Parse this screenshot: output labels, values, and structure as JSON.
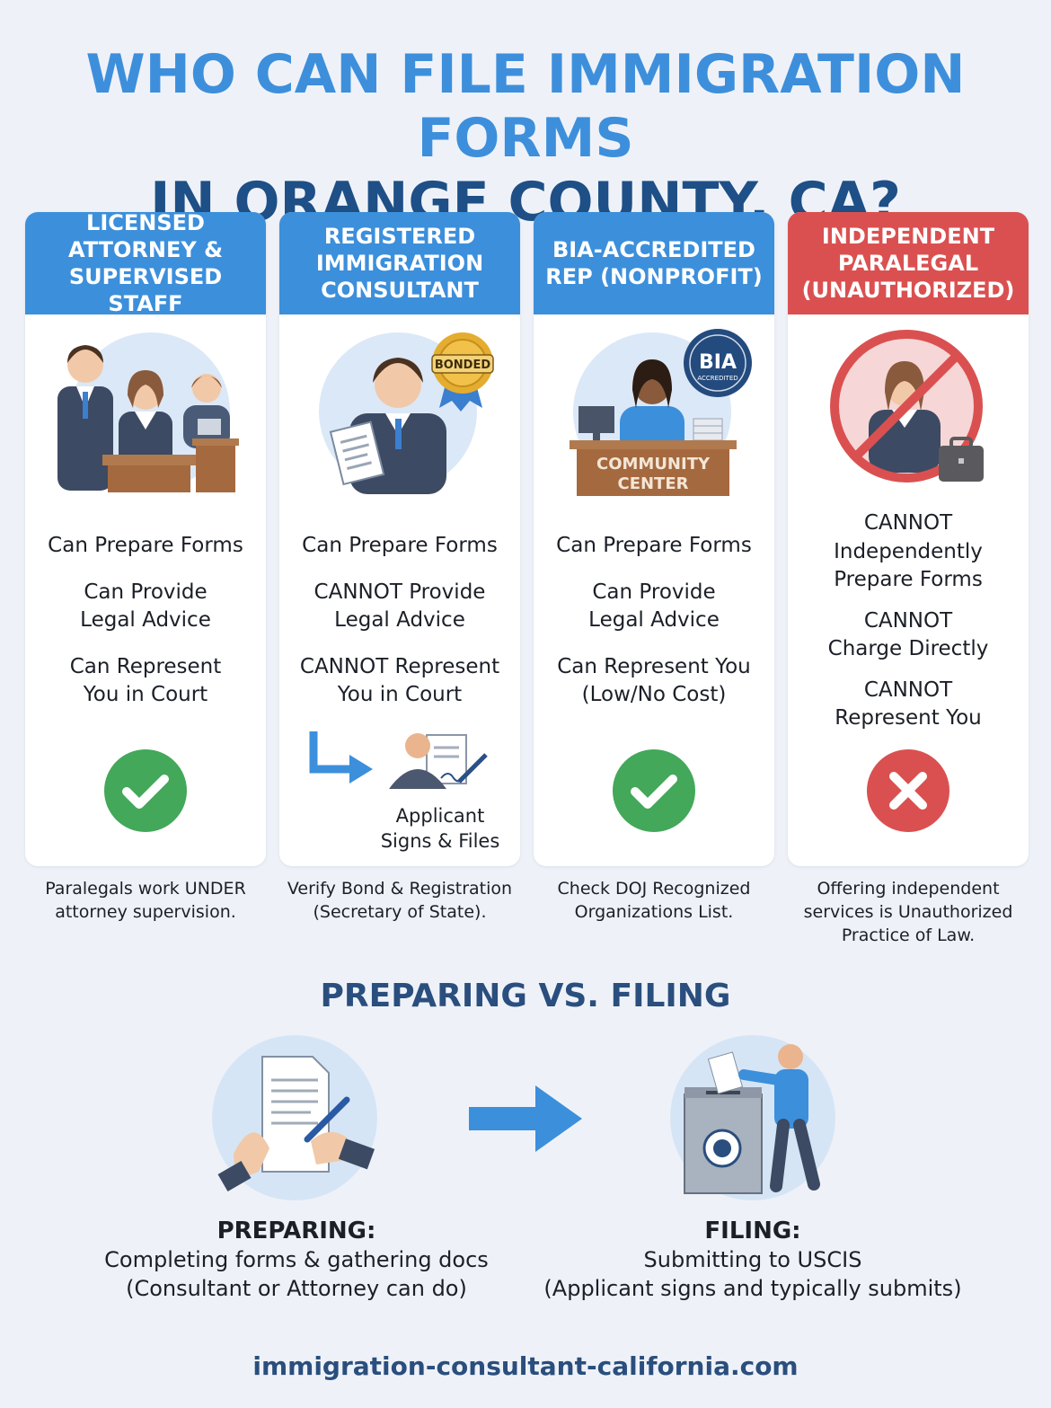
{
  "title": {
    "line1": "WHO CAN FILE IMMIGRATION FORMS",
    "line2": "IN ORANGE COUNTY, CA?"
  },
  "cards": [
    {
      "header": [
        "LICENSED",
        "ATTORNEY &",
        "SUPERVISED STAFF"
      ],
      "lines": [
        [
          "Can Prepare Forms"
        ],
        [
          "Can Provide",
          "Legal Advice"
        ],
        [
          "Can Represent",
          "You in Court"
        ]
      ],
      "status": "check-icon",
      "note": [
        "Paralegals work UNDER",
        "attorney supervision."
      ]
    },
    {
      "header": [
        "REGISTERED",
        "IMMIGRATION",
        "CONSULTANT"
      ],
      "badge": "BONDED",
      "lines": [
        [
          "Can Prepare Forms"
        ],
        [
          "CANNOT Provide",
          "Legal Advice"
        ],
        [
          "CANNOT Represent",
          "You in Court"
        ]
      ],
      "status_text": [
        "Applicant",
        "Signs & Files"
      ],
      "note": [
        "Verify Bond & Registration",
        "(Secretary of State)."
      ]
    },
    {
      "header": [
        "BIA-ACCREDITED",
        "REP (NONPROFIT)"
      ],
      "badge": "BIA",
      "badge_sub": "ACCREDITED",
      "desk_label": [
        "COMMUNITY",
        "CENTER"
      ],
      "lines": [
        [
          "Can Prepare Forms"
        ],
        [
          "Can Provide",
          "Legal Advice"
        ],
        [
          "Can Represent You",
          "(Low/No Cost)"
        ]
      ],
      "status": "check-icon",
      "note": [
        "Check DOJ Recognized",
        "Organizations List."
      ]
    },
    {
      "header": [
        "INDEPENDENT",
        "PARALEGAL",
        "(UNAUTHORIZED)"
      ],
      "lines": [
        [
          "CANNOT",
          "Independently",
          "Prepare Forms"
        ],
        [
          "CANNOT",
          "Charge Directly"
        ],
        [
          "CANNOT",
          "Represent You"
        ]
      ],
      "status": "x-icon",
      "note": [
        "Offering independent",
        "services is Unauthorized",
        "Practice of Law."
      ]
    }
  ],
  "section_title": "PREPARING VS. FILING",
  "preparing": {
    "heading": "PREPARING:",
    "line1": "Completing forms & gathering docs",
    "line2": "(Consultant or Attorney can do)"
  },
  "filing": {
    "heading": "FILING:",
    "line1": "Submitting to USCIS",
    "line2": "(Applicant signs and typically submits)"
  },
  "footer": "immigration-consultant-california.com",
  "colors": {
    "accent_blue": "#3c8fdb",
    "dark_blue": "#1e4f86",
    "red": "#da5050",
    "green": "#43a85a"
  }
}
